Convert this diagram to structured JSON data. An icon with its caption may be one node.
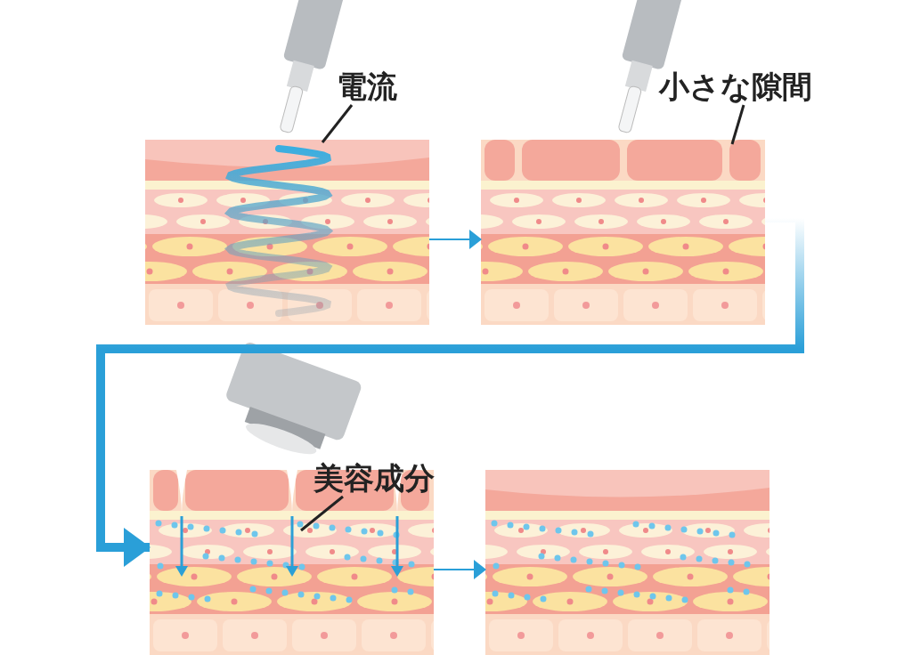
{
  "diagram": {
    "nodes": [
      {
        "text": [],
        "shape": "picture"
      },
      {
        "text": [],
        "shape": "picture"
      },
      {
        "text": [],
        "shape": "picture"
      },
      {
        "text": [],
        "shape": "picture"
      },
      {
        "text": [
          "電流"
        ]
      },
      {
        "text": [
          "小さな隙間"
        ]
      },
      {
        "text": [
          "美容成分"
        ]
      }
    ],
    "edges": [
      {
        "from": 0,
        "to": 1,
        "arrow": "to",
        "color": "#2a9fd8"
      },
      {
        "from": 1,
        "to": 2,
        "arrow": "to",
        "color": "#2a9fd8"
      },
      {
        "from": 2,
        "to": 3,
        "arrow": "to",
        "color": "#2a9fd8"
      },
      {
        "from": 4,
        "to": 0,
        "arrow": "none",
        "color": "#222222"
      },
      {
        "from": 5,
        "to": 1,
        "arrow": "none",
        "color": "#222222"
      },
      {
        "from": 6,
        "to": 2,
        "arrow": "none",
        "color": "#222222"
      }
    ]
  }
}
